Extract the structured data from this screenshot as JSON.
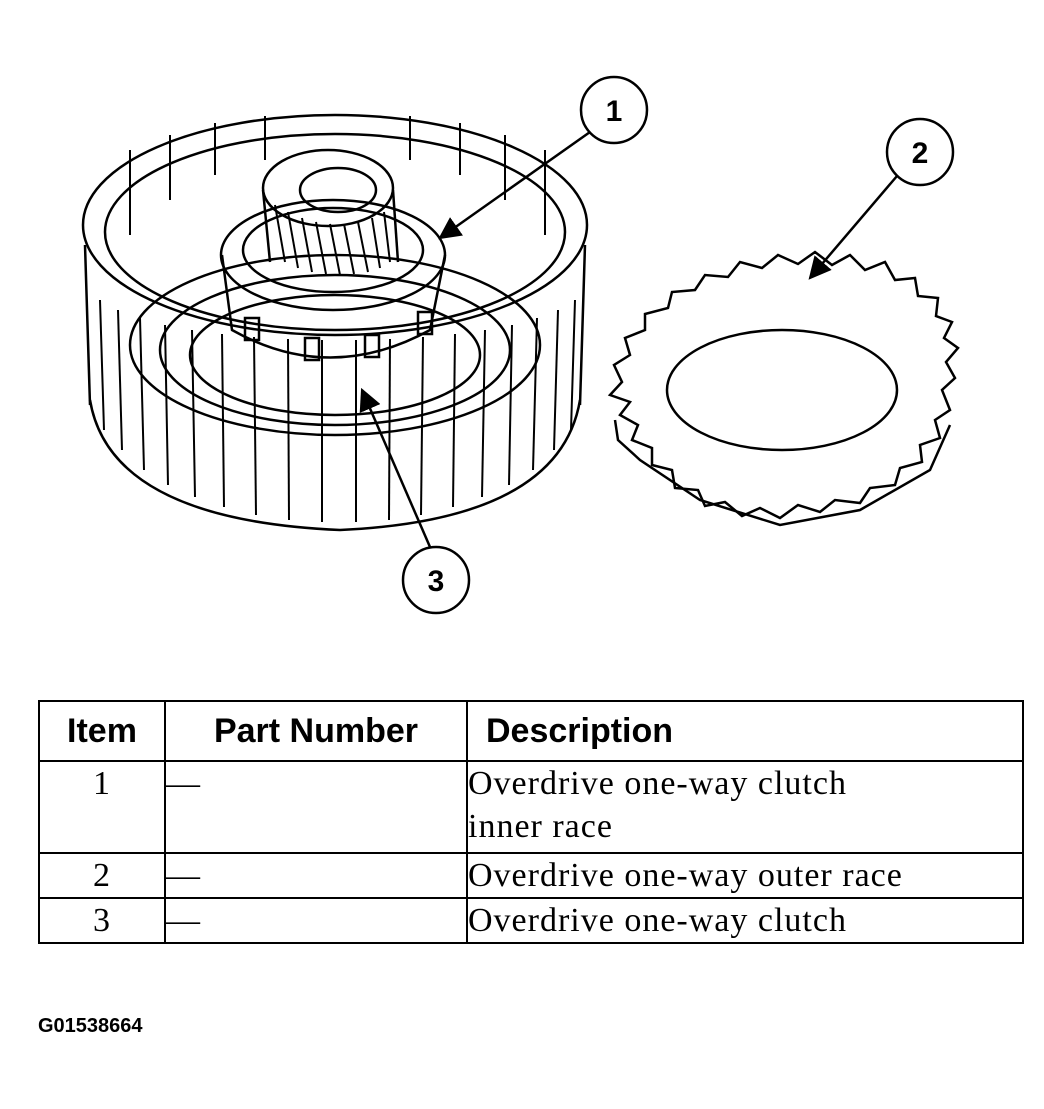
{
  "callouts": [
    "1",
    "2",
    "3"
  ],
  "table": {
    "headers": {
      "item": "Item",
      "part_number": "Part Number",
      "description": "Description"
    },
    "rows": [
      {
        "item": "1",
        "part_number": "—",
        "description_line1": "Overdrive one-way clutch",
        "description_line2": "inner race"
      },
      {
        "item": "2",
        "part_number": "—",
        "description_line1": "Overdrive one-way outer race",
        "description_line2": ""
      },
      {
        "item": "3",
        "part_number": "—",
        "description_line1": "Overdrive one-way clutch",
        "description_line2": ""
      }
    ]
  },
  "figure_code": "G01538664"
}
